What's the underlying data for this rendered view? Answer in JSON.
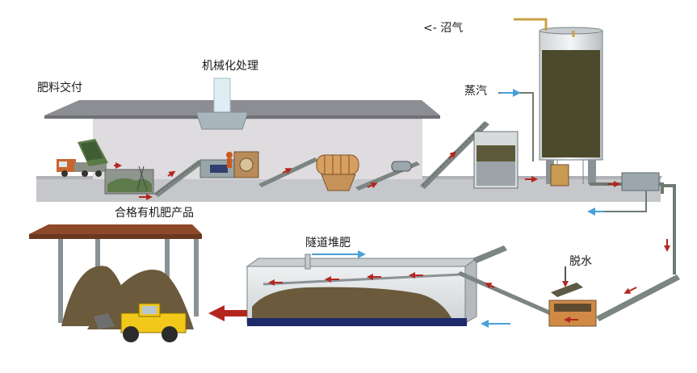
{
  "labels": {
    "fertilizer_delivery": "肥料交付",
    "mechanical_processing": "机械化处理",
    "steam": "蒸汽",
    "biogas": "沼气",
    "biogas_arrow": "<-",
    "qualified_product": "合格有机肥产品",
    "tunnel_composting": "隧道堆肥",
    "dewatering": "脱水"
  },
  "colors": {
    "flow_arrow_red": "#b3261e",
    "flow_arrow_blue": "#4a9fd8",
    "building_wall": "#d9d7da",
    "roof": "#8c8e93",
    "ground": "#c6c7cb",
    "compost": "#6b5a3c",
    "digester_liquid": "#4c4a2c",
    "loader_yellow": "#f2c81b",
    "pipe": "#6d7a73"
  }
}
